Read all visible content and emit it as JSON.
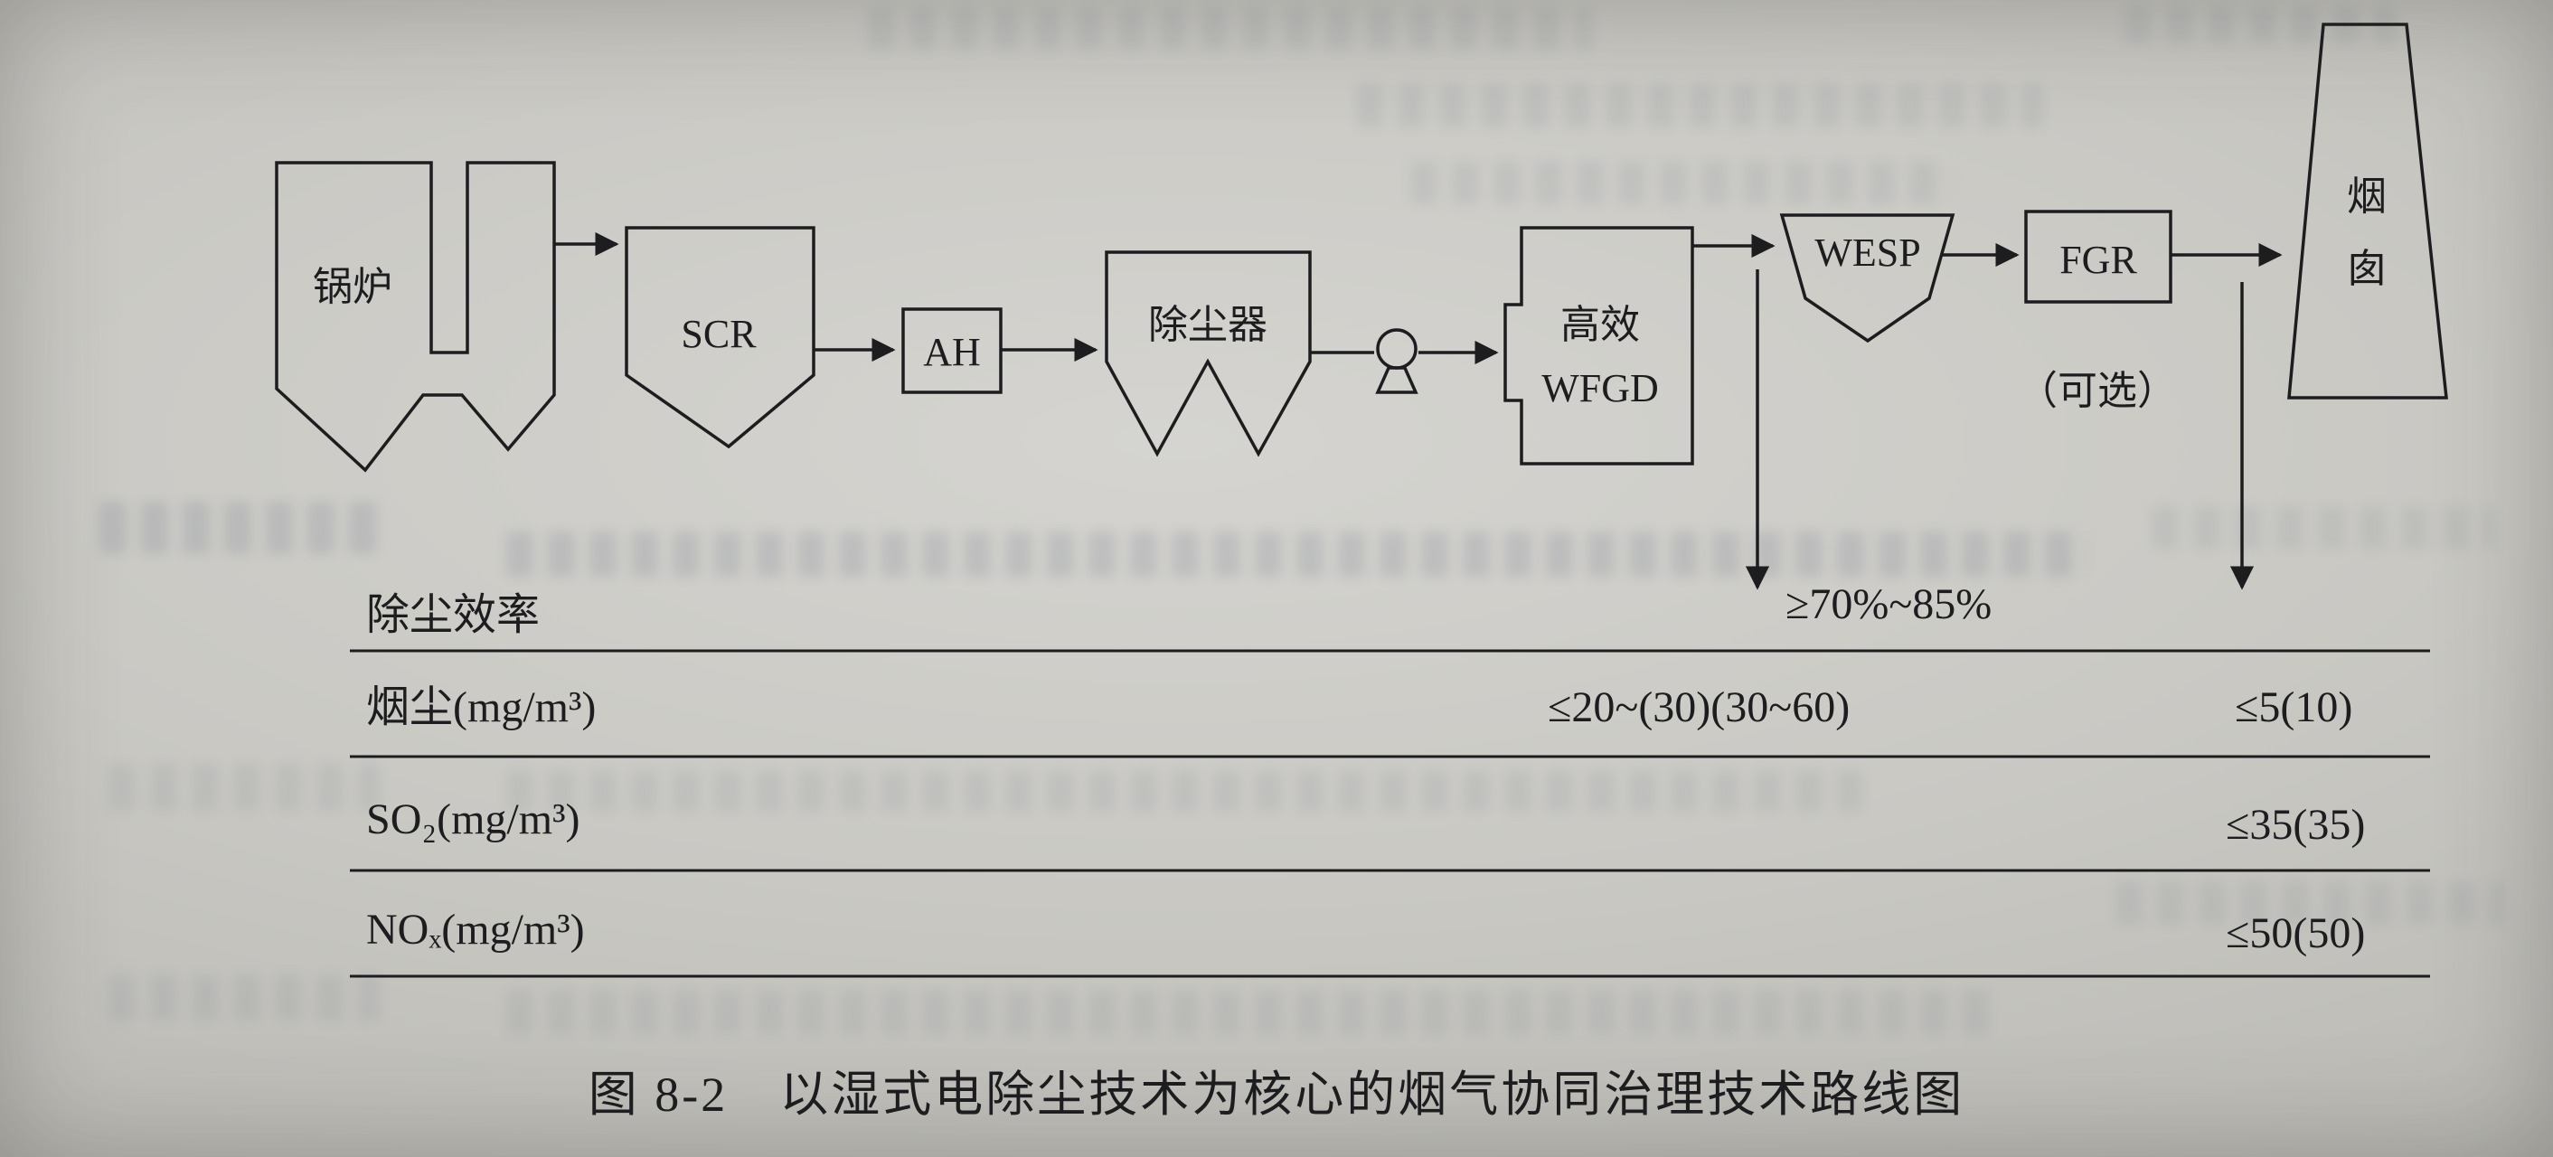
{
  "diagram": {
    "boiler": "锅炉",
    "scr": "SCR",
    "ah": "AH",
    "dust_collector": "除尘器",
    "wfgd_line1": "高效",
    "wfgd_line2": "WFGD",
    "wesp": "WESP",
    "fgr": "FGR",
    "fgr_note": "（可选）",
    "stack_char_1": "烟",
    "stack_char_2": "囱"
  },
  "table": {
    "header_label": "除尘效率",
    "efficiency_value": "≥70%~85%",
    "rows": [
      {
        "label": "烟尘(mg/m³)",
        "mid_value": "≤20~(30)(30~60)",
        "right_value": "≤5(10)"
      },
      {
        "label": "SO₂(mg/m³)",
        "mid_value": "",
        "right_value": "≤35(35)"
      },
      {
        "label": "NOₓ(mg/m³)",
        "mid_value": "",
        "right_value": "≤50(50)"
      }
    ]
  },
  "caption": "图 8-2　以湿式电除尘技术为核心的烟气协同治理技术路线图",
  "colors": {
    "ink": "#1d1d20",
    "paper": "#c9c8c3"
  }
}
